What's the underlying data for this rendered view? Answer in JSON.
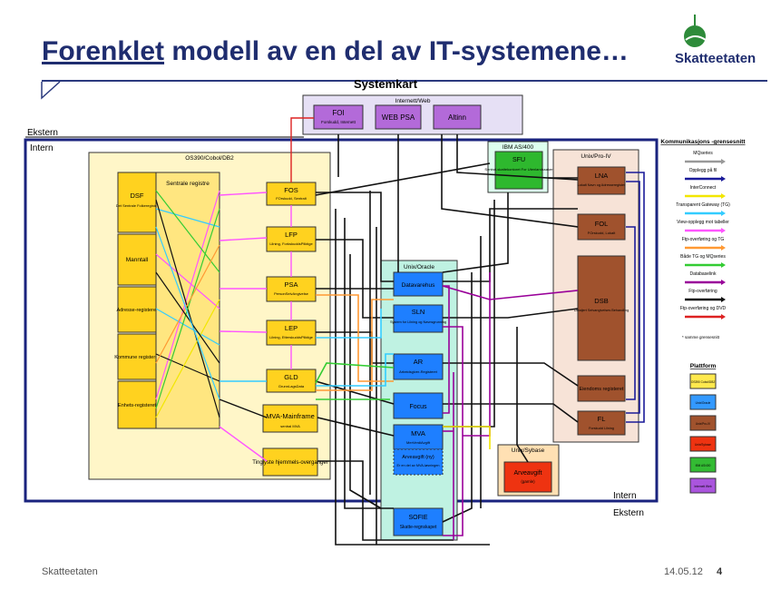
{
  "header": {
    "title_underlined": "Forenklet",
    "title_rest": " modell av en del av IT-systemene…",
    "logo_text": "Skatteetaten"
  },
  "diagram": {
    "systemkart": "Systemkart",
    "internet_web": "Internett/Web",
    "ekstern": "Ekstern",
    "intern": "Intern",
    "os390": "OS390/Cobol/DB2",
    "ibm_as400": "IBM AS/400",
    "unix_oracle": "Unix/Oracle",
    "unix_pro_iv": "Unix/Pro-IV",
    "unix_sybase": "Unix/Sybase",
    "web_boxes": [
      {
        "title": "FOI",
        "sub": "Forskudd, Internett"
      },
      {
        "title": "WEB PSA",
        "sub": ""
      },
      {
        "title": "Altinn",
        "sub": ""
      }
    ],
    "registers": [
      {
        "title": "DSF",
        "sub": "Det Sentrale Folkeregister"
      },
      {
        "title": "Manntall",
        "sub": ""
      },
      {
        "title": "Adresse-registeret",
        "sub": ""
      },
      {
        "title": "Kommune registeret",
        "sub": ""
      },
      {
        "title": "Enhets-registeret",
        "sub": ""
      }
    ],
    "sentrale_registre": "Sentrale registre",
    "mainframe": [
      {
        "title": "FOS",
        "sub": "FOrskudd, Sentralt"
      },
      {
        "title": "LFP",
        "sub": "Lilning, ForkskuddsPliktige"
      },
      {
        "title": "PSA",
        "sub": "PersonSelvAngivelse"
      },
      {
        "title": "LEP",
        "sub": "Lilning, EtterskuddsPliktige"
      },
      {
        "title": "GLD",
        "sub": "GrunnLagsData"
      },
      {
        "title": "MVA-Mainframe",
        "sub": "sentral MVA"
      },
      {
        "title": "Tinglyste hjemmels-overganger",
        "sub": ""
      }
    ],
    "sfu": {
      "title": "SFU",
      "sub": "Sentral-skattekontoret For Utenlandssaker"
    },
    "oracle": [
      {
        "title": "Datavarehus",
        "sub": ""
      },
      {
        "title": "SLN",
        "sub": "System for Lilning og Navnsgrunnlag"
      },
      {
        "title": "AR",
        "sub": "Arbeidsgiver-Registeret"
      },
      {
        "title": "Focus",
        "sub": ""
      },
      {
        "title": "MVA",
        "sub": "MerVerdiAvgift"
      },
      {
        "title": "Arveavgift (ny)",
        "sub": "Er en del av MVA-løsningen"
      },
      {
        "title": "SOFIE",
        "sub": "Skatte-regnskapet"
      }
    ],
    "proiv": [
      {
        "title": "LNA",
        "sub": "Lokalt Navn og Adresseregister"
      },
      {
        "title": "FOL",
        "sub": "FOrskudd, Lokalt"
      },
      {
        "title": "DSB",
        "sub": "Detaljert Selvangivelses Behandling"
      },
      {
        "title": "Eiendoms registeret",
        "sub": ""
      },
      {
        "title": "FL",
        "sub": "Forskudd Lilning"
      }
    ],
    "sybase_box": {
      "title": "Arveavgift",
      "sub": "(gamle)"
    },
    "legend_title": "Kommunikasjons -grensesnitt",
    "legend": [
      {
        "label": "MQseries",
        "color": "#999999"
      },
      {
        "label": "Opplegg på fil",
        "color": "#1a1a99"
      },
      {
        "label": "InterConnect",
        "color": "#f2e600"
      },
      {
        "label": "Transparent Gateway (TG)",
        "color": "#33ccff"
      },
      {
        "label": "View-opplegg mot tabeller",
        "color": "#ff55ff"
      },
      {
        "label": "Ftp-overføring og TG",
        "color": "#ff9933"
      },
      {
        "label": "Både TG og MQseries",
        "color": "#33cc33"
      },
      {
        "label": "Databaselink",
        "color": "#990099"
      },
      {
        "label": "Ftp-overføring",
        "color": "#111111"
      },
      {
        "label": "Ftp-overføring og DVD",
        "color": "#dd2222"
      }
    ],
    "legend_note": "* samme grensesnitt",
    "platform_title": "Plattform",
    "platforms": [
      {
        "label": "OS390 Cobol/DB2",
        "color": "#ffe94d"
      },
      {
        "label": "Unix/Oracle",
        "color": "#3399ff"
      },
      {
        "label": "Unix/Pro-IV",
        "color": "#a0522d"
      },
      {
        "label": "Unix/Sybase",
        "color": "#ee3311"
      },
      {
        "label": "IBM AS/400",
        "color": "#33bb33"
      },
      {
        "label": "Internett Web",
        "color": "#aa55dd"
      }
    ]
  },
  "footer": {
    "org": "Skatteetaten",
    "date": "14.05.12",
    "page": "4"
  }
}
